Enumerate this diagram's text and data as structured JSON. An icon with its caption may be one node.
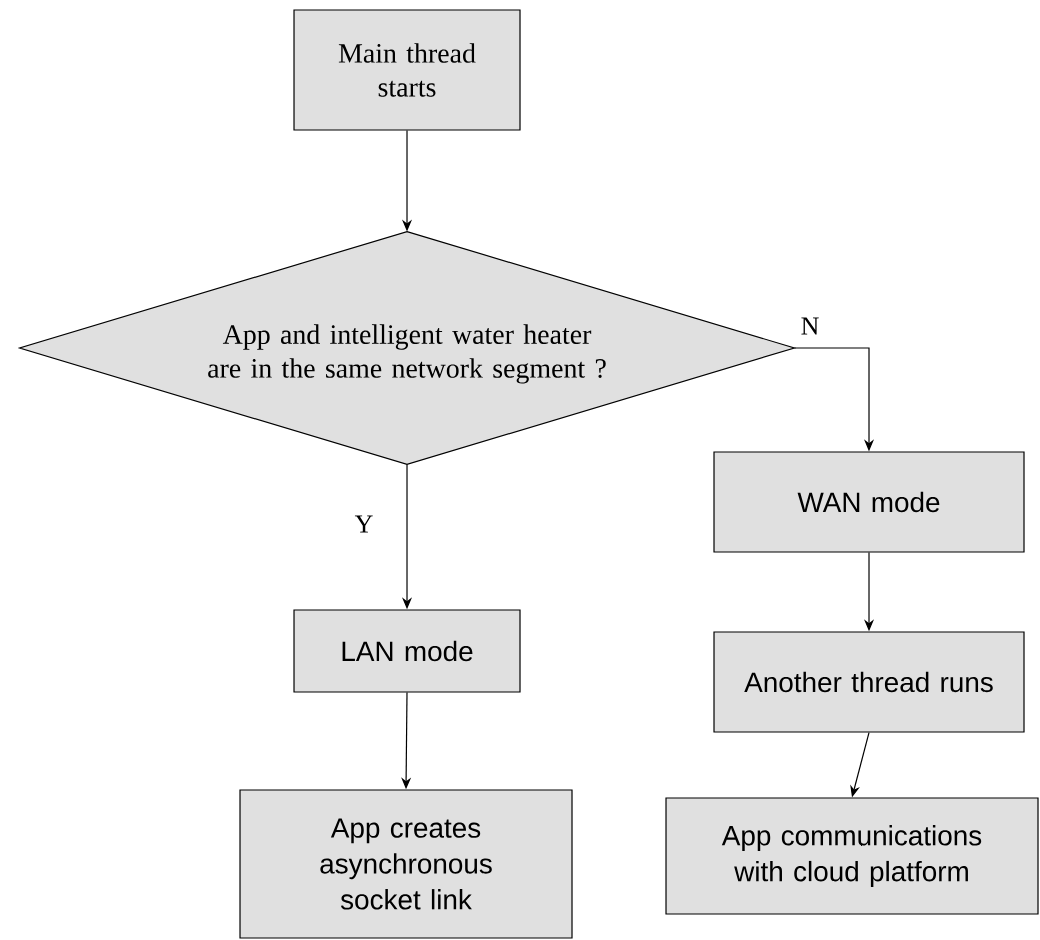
{
  "diagram": {
    "nodes": [
      {
        "text": [
          "Main thread starts"
        ]
      },
      {
        "text": [
          "App and intelligent water heater are in the same network segment ?"
        ]
      },
      {
        "text": [
          "LAN mode"
        ]
      },
      {
        "text": [
          "App creates asynchronous socket link"
        ]
      },
      {
        "text": [
          "WAN mode"
        ]
      },
      {
        "text": [
          "Another thread runs"
        ]
      },
      {
        "text": [
          "App communications with cloud platform"
        ]
      }
    ],
    "edges": [
      {
        "from": 0,
        "to": 1,
        "arrow": "to"
      },
      {
        "from": 1,
        "to": 2,
        "arrow": "to",
        "label": "Y"
      },
      {
        "from": 1,
        "to": 4,
        "arrow": "to",
        "label": "N"
      },
      {
        "from": 2,
        "to": 3,
        "arrow": "to"
      },
      {
        "from": 4,
        "to": 5,
        "arrow": "to"
      },
      {
        "from": 5,
        "to": 6,
        "arrow": "to"
      }
    ]
  }
}
